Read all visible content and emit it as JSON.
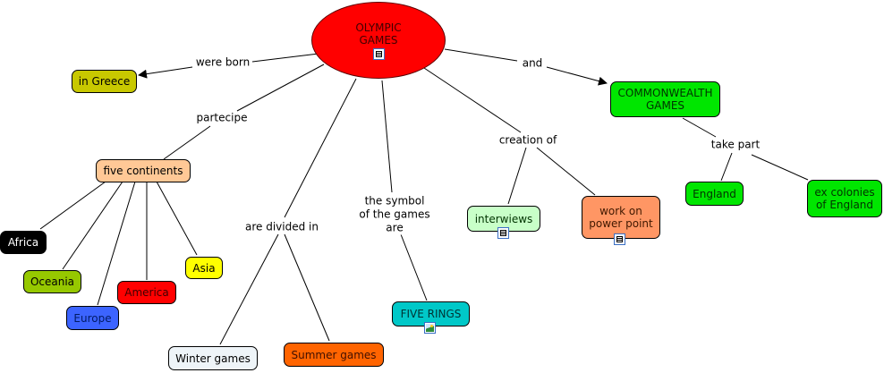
{
  "concepts": {
    "olympic_games": {
      "text": "OLYMPIC\nGAMES",
      "color": "#ff0000",
      "resource_icon": "document-icon"
    },
    "in_greece": {
      "text": "in Greece",
      "color": "#c8c800"
    },
    "five_continents": {
      "text": "five continents",
      "color": "#ffc896"
    },
    "africa": {
      "text": "Africa",
      "color": "#000000",
      "text_color": "#ffffff"
    },
    "oceania": {
      "text": "Oceania",
      "color": "#96c800"
    },
    "europe": {
      "text": "Europe",
      "color": "#3c64ff"
    },
    "america": {
      "text": "America",
      "color": "#ff0000"
    },
    "asia": {
      "text": "Asia",
      "color": "#ffff00"
    },
    "winter_games": {
      "text": "Winter games",
      "color": "#eef4f8"
    },
    "summer_games": {
      "text": "Summer games",
      "color": "#ff6400"
    },
    "five_rings": {
      "text": "FIVE RINGS",
      "color": "#00c8c8",
      "resource_icon": "image-icon"
    },
    "interwiews": {
      "text": "interwiews",
      "color": "#c8ffc8",
      "resource_icon": "document-icon"
    },
    "power_point": {
      "text": "work on\npower point",
      "color": "#ff9664",
      "resource_icon": "document-icon"
    },
    "commonwealth": {
      "text": "COMMONWEALTH\nGAMES",
      "color": "#00e600"
    },
    "england": {
      "text": "England",
      "color": "#00e600"
    },
    "ex_colonies": {
      "text": "ex colonies\nof England",
      "color": "#00e600"
    }
  },
  "linking_phrases": {
    "were_born": "were born",
    "partecipe": "partecipe",
    "are_divided_in": "are divided in",
    "symbol": "the symbol\nof the games\nare",
    "creation_of": "creation of",
    "and": "and",
    "take_part": "take part"
  }
}
